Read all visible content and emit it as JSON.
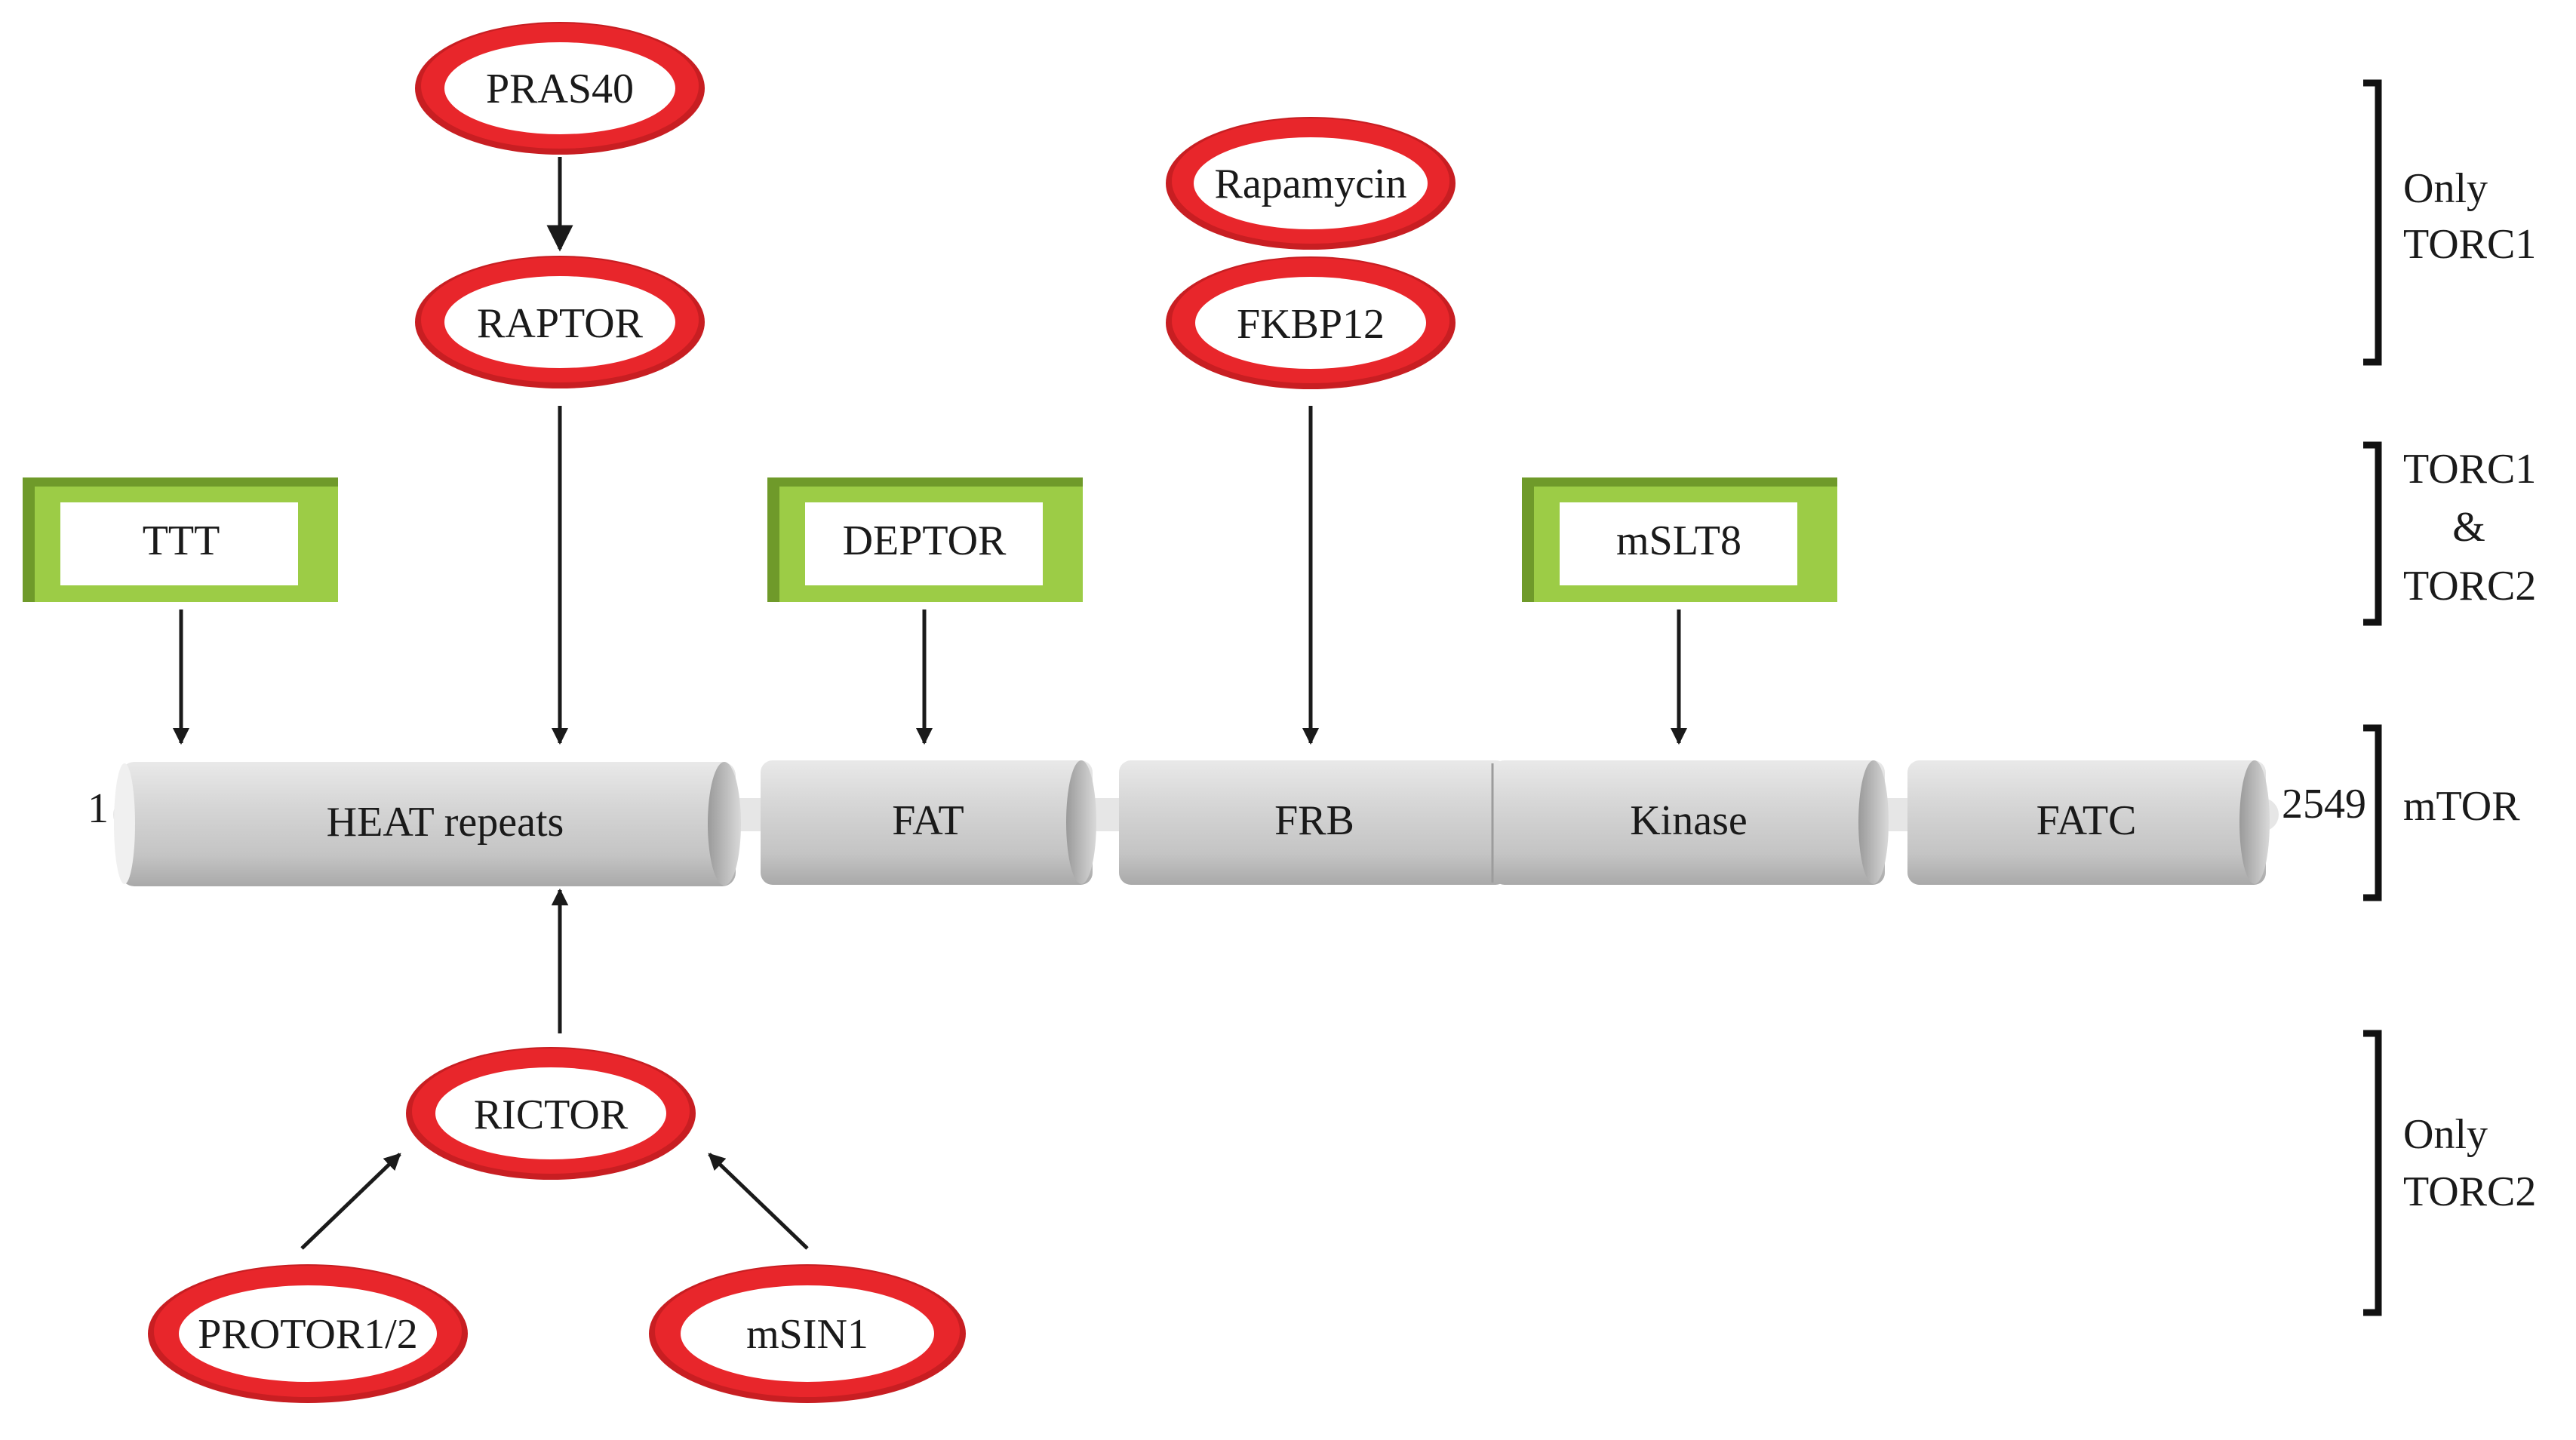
{
  "mtor": {
    "start_residue": "1",
    "end_residue": "2549",
    "label": "mTOR",
    "domains": [
      {
        "id": "heat",
        "label": "HEAT repeats"
      },
      {
        "id": "fat",
        "label": "FAT"
      },
      {
        "id": "frb",
        "label": "FRB"
      },
      {
        "id": "kinase",
        "label": "Kinase"
      },
      {
        "id": "fatc",
        "label": "FATC"
      }
    ]
  },
  "ovals": {
    "pras40": "PRAS40",
    "raptor": "RAPTOR",
    "rapamycin": "Rapamycin",
    "fkbp12": "FKBP12",
    "rictor": "RICTOR",
    "protor": "PROTOR1/2",
    "msin1": "mSIN1"
  },
  "boxes": {
    "ttt": "TTT",
    "deptor": "DEPTOR",
    "mslt8": "mSLT8"
  },
  "brackets": {
    "only_torc1_line1": "Only",
    "only_torc1_line2": "TORC1",
    "both_line1": "TORC1",
    "both_line2": "&",
    "both_line3": "TORC2",
    "only_torc2_line1": "Only",
    "only_torc2_line2": "TORC2"
  },
  "colors": {
    "oval_ring": "#e8262b",
    "box_frame": "#8db83a",
    "domain_fill": "#cfcfcf",
    "arrow": "#1a1a1a"
  }
}
